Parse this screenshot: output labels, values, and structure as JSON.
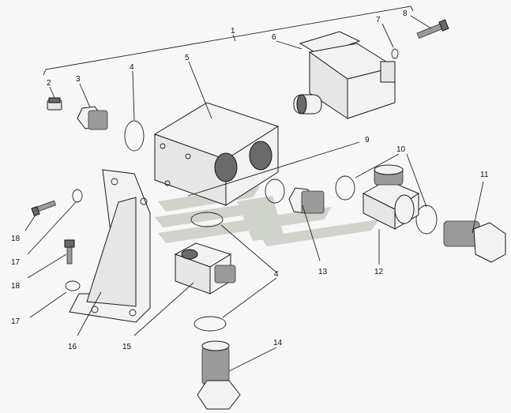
{
  "diagram": {
    "watermark_color": "#c9cdc5",
    "callouts": [
      {
        "id": "c1",
        "label": "1"
      },
      {
        "id": "c2",
        "label": "2"
      },
      {
        "id": "c3",
        "label": "3"
      },
      {
        "id": "c4a",
        "label": "4"
      },
      {
        "id": "c5",
        "label": "5"
      },
      {
        "id": "c6",
        "label": "6"
      },
      {
        "id": "c7",
        "label": "7"
      },
      {
        "id": "c8",
        "label": "8"
      },
      {
        "id": "c9",
        "label": "9"
      },
      {
        "id": "c10",
        "label": "10"
      },
      {
        "id": "c11",
        "label": "11"
      },
      {
        "id": "c12",
        "label": "12"
      },
      {
        "id": "c13",
        "label": "13"
      },
      {
        "id": "c4b",
        "label": "4"
      },
      {
        "id": "c14",
        "label": "14"
      },
      {
        "id": "c15",
        "label": "15"
      },
      {
        "id": "c16",
        "label": "16"
      },
      {
        "id": "c17a",
        "label": "17"
      },
      {
        "id": "c17b",
        "label": "17"
      },
      {
        "id": "c18a",
        "label": "18"
      },
      {
        "id": "c18b",
        "label": "18"
      }
    ]
  }
}
